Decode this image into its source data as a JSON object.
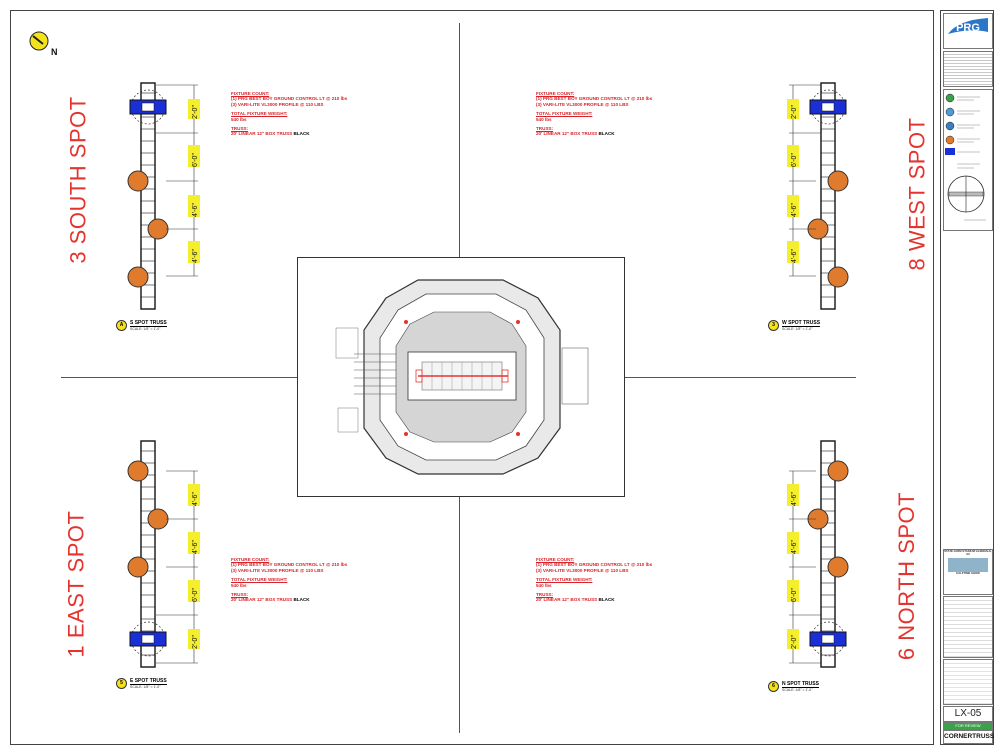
{
  "spots": {
    "south": {
      "title": "3 SOUTH SPOT",
      "ref_number": "A",
      "ref_title": "S SPOT TRUSS",
      "ref_scale": "SCALE: 1/8\" = 1'-0\""
    },
    "west": {
      "title": "8 WEST SPOT",
      "ref_number": "3",
      "ref_title": "W SPOT TRUSS",
      "ref_scale": "SCALE: 1/8\" = 1'-0\""
    },
    "east": {
      "title": "1 EAST SPOT",
      "ref_number": "5",
      "ref_title": "E SPOT TRUSS",
      "ref_scale": "SCALE: 1/8\" = 1'-0\""
    },
    "north": {
      "title": "6 NORTH SPOT",
      "ref_number": "6",
      "ref_title": "N SPOT TRUSS",
      "ref_scale": "SCALE: 1/8\" = 1'-0\""
    }
  },
  "notes": {
    "fixture_count_label": "FIXTURE COUNT:",
    "fixture_line_1": "(1) PRG BEST BOY GROUND CONTROL LT @ 210 lbs",
    "fixture_line_2": "(3) VARI-LITE VL3000 PROFILE @ 110 LBS",
    "total_weight_label": "TOTAL FIXTURE WEIGHT:",
    "total_weight_value": "540 lbs",
    "truss_label": "TRUSS:",
    "truss_value": "20' LINEAR 12\" BOX TRUSS",
    "truss_color": "BLACK"
  },
  "dimensions": {
    "top_oriented": [
      "2'-0\"",
      "6'-0\"",
      "4'-6\"",
      "4'-6\""
    ],
    "bottom_oriented": [
      "4'-6\"",
      "4'-6\"",
      "6'-0\"",
      "2'-0\""
    ]
  },
  "north_arrow": {
    "letter": "N"
  },
  "title_block": {
    "logo_text": "PRG",
    "company": "PRODUCTION RESOURCE GROUP",
    "project": "STATE FARM STADIUM GLENDALE, AZ",
    "show": "HALFTIME SHOW",
    "sheet_number": "LX-05",
    "sheet_status": "FOR REVIEW",
    "sheet_title": "CORNERTRUSS"
  },
  "colors": {
    "title_red": "#e3342f",
    "dimension_yellow": "#f4ee2c",
    "fixture_orange": "#e07a2c",
    "ground_control_blue": "#1a2fd6"
  }
}
